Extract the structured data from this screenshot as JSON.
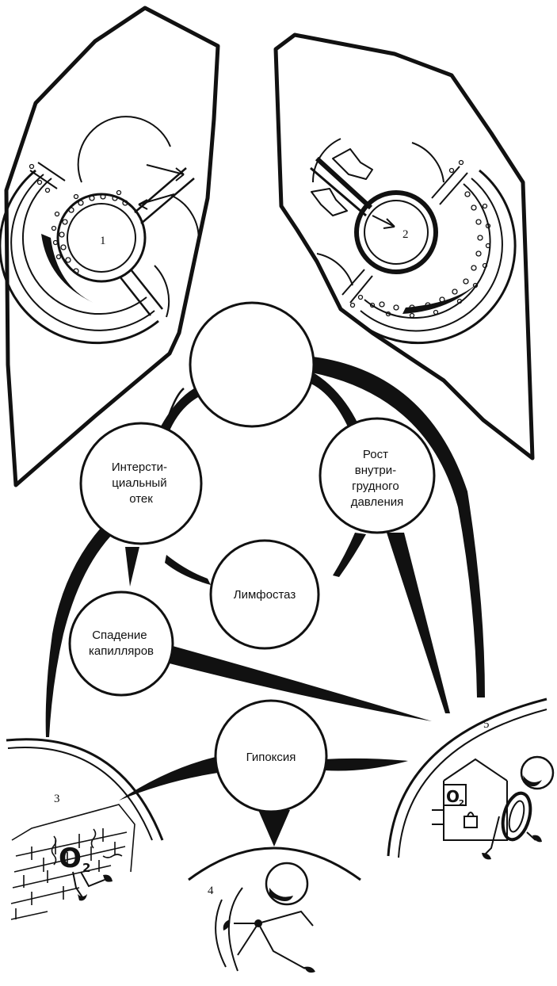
{
  "nodes": {
    "interstitial_edema": [
      "Интерсти-",
      "циальный",
      "отек"
    ],
    "intrathoracic_pressure": [
      "Рост",
      "внутри-",
      "грудного",
      "давления"
    ],
    "lymphostasis": [
      "Лимфостаз"
    ],
    "capillary_collapse": [
      "Спадение",
      "капилляров"
    ],
    "hypoxia": [
      "Гипоксия"
    ]
  },
  "markers": {
    "m1": "1",
    "m2": "2",
    "m3": "3",
    "m4": "4",
    "m5": "5"
  },
  "o2": {
    "brick_wall": {
      "letter": "O",
      "subscript": "2"
    },
    "house_sign": {
      "letter": "O",
      "subscript": "2"
    }
  }
}
